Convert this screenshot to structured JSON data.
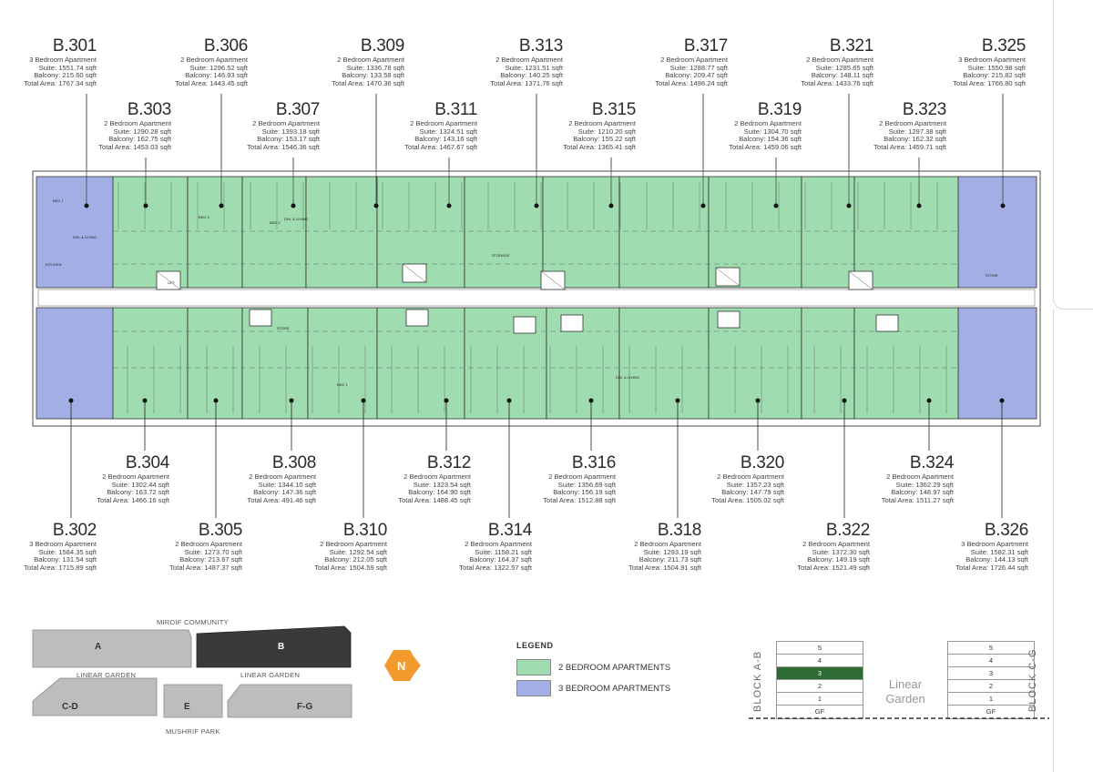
{
  "colors": {
    "two_bedroom": "#9fdcb0",
    "three_bedroom": "#a3aee4",
    "active_floor": "#2d6a34",
    "compass": "#f39a2c",
    "key_block": "#bdbdbd",
    "key_block_active": "#3a3a3a"
  },
  "units": {
    "u301": {
      "name": "B.301",
      "type": "3 Bedroom Apartment",
      "suite": "Suite: 1551.74 sqft",
      "balcony": "Balcony: 215.60 sqft",
      "total": "Total Area: 1767.34 sqft"
    },
    "u306": {
      "name": "B.306",
      "type": "2 Bedroom Apartment",
      "suite": "Suite: 1296.52 sqft",
      "balcony": "Balcony: 146.93 sqft",
      "total": "Total Area: 1443.45 sqft"
    },
    "u309": {
      "name": "B.309",
      "type": "2 Bedroom Apartment",
      "suite": "Suite: 1336.78 sqft",
      "balcony": "Balcony: 133.58 sqft",
      "total": "Total Area: 1470.36 sqft"
    },
    "u313": {
      "name": "B.313",
      "type": "2 Bedroom Apartment",
      "suite": "Suite: 1231.51 sqft",
      "balcony": "Balcony: 140.25 sqft",
      "total": "Total Area: 1371.76 sqft"
    },
    "u317": {
      "name": "B.317",
      "type": "2 Bedroom Apartment",
      "suite": "Suite: 1288.77 sqft",
      "balcony": "Balcony: 209.47 sqft",
      "total": "Total Area: 1498.24 sqft"
    },
    "u321": {
      "name": "B.321",
      "type": "2 Bedroom Apartment",
      "suite": "Suite: 1285.65 sqft",
      "balcony": "Balcony: 148.11 sqft",
      "total": "Total Area: 1433.76 sqft"
    },
    "u325": {
      "name": "B.325",
      "type": "3 Bedroom Apartment",
      "suite": "Suite: 1550.98 sqft",
      "balcony": "Balcony: 215.82 sqft",
      "total": "Total Area: 1766.80 sqft"
    },
    "u303": {
      "name": "B.303",
      "type": "2 Bedroom Apartment",
      "suite": "Suite: 1290.28 sqft",
      "balcony": "Balcony: 162.75 sqft",
      "total": "Total Area: 1453.03 sqft"
    },
    "u307": {
      "name": "B.307",
      "type": "2 Bedroom Apartment",
      "suite": "Suite: 1393.18 sqft",
      "balcony": "Balcony: 153.17 sqft",
      "total": "Total Area: 1546.36 sqft"
    },
    "u311": {
      "name": "B.311",
      "type": "2 Bedroom Apartment",
      "suite": "Suite: 1324.51 sqft",
      "balcony": "Balcony: 143.16 sqft",
      "total": "Total Area: 1467.67 sqft"
    },
    "u315": {
      "name": "B.315",
      "type": "2 Bedroom Apartment",
      "suite": "Suite: 1210.20 sqft",
      "balcony": "Balcony: 155.22 sqft",
      "total": "Total Area: 1365.41 sqft"
    },
    "u319": {
      "name": "B.319",
      "type": "2 Bedroom Apartment",
      "suite": "Suite: 1304.70 sqft",
      "balcony": "Balcony: 154.36 sqft",
      "total": "Total Area: 1459.06 sqft"
    },
    "u323": {
      "name": "B.323",
      "type": "2 Bedroom Apartment",
      "suite": "Suite: 1297.38 sqft",
      "balcony": "Balcony: 162.32 sqft",
      "total": "Total Area: 1459.71 sqft"
    },
    "u304": {
      "name": "B.304",
      "type": "2 Bedroom Apartment",
      "suite": "Suite: 1302.44 sqft",
      "balcony": "Balcony: 163.72 sqft",
      "total": "Total Area: 1466.16 sqft"
    },
    "u308": {
      "name": "B.308",
      "type": "2 Bedroom Apartment",
      "suite": "Suite: 1344.10 sqft",
      "balcony": "Balcony: 147.36 sqft",
      "total": "Total Area: 491.46 sqft"
    },
    "u312": {
      "name": "B.312",
      "type": "2 Bedroom Apartment",
      "suite": "Suite: 1323.54 sqft",
      "balcony": "Balcony: 164.90 sqft",
      "total": "Total Area: 1488.45 sqft"
    },
    "u316": {
      "name": "B.316",
      "type": "2 Bedroom Apartment",
      "suite": "Suite: 1356.69 sqft",
      "balcony": "Balcony: 156.19 sqft",
      "total": "Total Area: 1512.88 sqft"
    },
    "u320": {
      "name": "B.320",
      "type": "2 Bedroom Apartment",
      "suite": "Suite: 1357.23 sqft",
      "balcony": "Balcony: 147.79 sqft",
      "total": "Total Area: 1505.02 sqft"
    },
    "u324": {
      "name": "B.324",
      "type": "2 Bedroom Apartment",
      "suite": "Suite: 1362.29 sqft",
      "balcony": "Balcony: 148.97 sqft",
      "total": "Total Area: 1511.27 sqft"
    },
    "u302": {
      "name": "B.302",
      "type": "3 Bedroom Apartment",
      "suite": "Suite: 1584.35 sqft",
      "balcony": "Balcony: 131.54 sqft",
      "total": "Total Area: 1715.89 sqft"
    },
    "u305": {
      "name": "B.305",
      "type": "2 Bedroom Apartment",
      "suite": "Suite: 1273.70 sqft",
      "balcony": "Balcony: 213.67 sqft",
      "total": "Total Area: 1487.37 sqft"
    },
    "u310": {
      "name": "B.310",
      "type": "2 Bedroom Apartment",
      "suite": "Suite: 1292.54 sqft",
      "balcony": "Balcony: 212.05 sqft",
      "total": "Total Area: 1504.59 sqft"
    },
    "u314": {
      "name": "B.314",
      "type": "2 Bedroom Apartment",
      "suite": "Suite: 1158.21 sqft",
      "balcony": "Balcony: 164.37 sqft",
      "total": "Total Area: 1322.57 sqft"
    },
    "u318": {
      "name": "B.318",
      "type": "2 Bedroom Apartment",
      "suite": "Suite: 1293.19 sqft",
      "balcony": "Balcony: 211.73 sqft",
      "total": "Total Area: 1504.91 sqft"
    },
    "u322": {
      "name": "B.322",
      "type": "2 Bedroom Apartment",
      "suite": "Suite: 1372.30 sqft",
      "balcony": "Balcony: 149.19 sqft",
      "total": "Total Area: 1521.49 sqft"
    },
    "u326": {
      "name": "B.326",
      "type": "3 Bedroom Apartment",
      "suite": "Suite: 1582.31 sqft",
      "balcony": "Balcony: 144.13 sqft",
      "total": "Total Area: 1726.44 sqft"
    }
  },
  "room_labels": {
    "bed1": "BED 1",
    "bed2": "BED 2",
    "bed3": "BED 3",
    "dining": "DIN. & LIVING",
    "kitchen": "KITCHEN",
    "store": "STORE",
    "storage": "STORAGE",
    "lift": "LIFT"
  },
  "legend": {
    "title": "LEGEND",
    "two_bed": "2 BEDROOM APARTMENTS",
    "three_bed": "3 BEDROOM APARTMENTS"
  },
  "key_plan": {
    "top_label": "MIRDIF COMMUNITY",
    "garden_left": "LINEAR GARDEN",
    "garden_right": "LINEAR GARDEN",
    "bottom_label": "MUSHRIF PARK",
    "blocks": {
      "a": "A",
      "b": "B",
      "cd": "C-D",
      "e": "E",
      "fg": "F-G"
    },
    "active_block": "B"
  },
  "compass": {
    "letter": "N"
  },
  "floor_stacks": {
    "left_tag": "BLOCK A-B",
    "right_tag": "BLOCK C-G",
    "garden": "Linear Garden",
    "floors": [
      "5",
      "4",
      "3",
      "2",
      "1",
      "GF"
    ],
    "active_floor": "3"
  }
}
